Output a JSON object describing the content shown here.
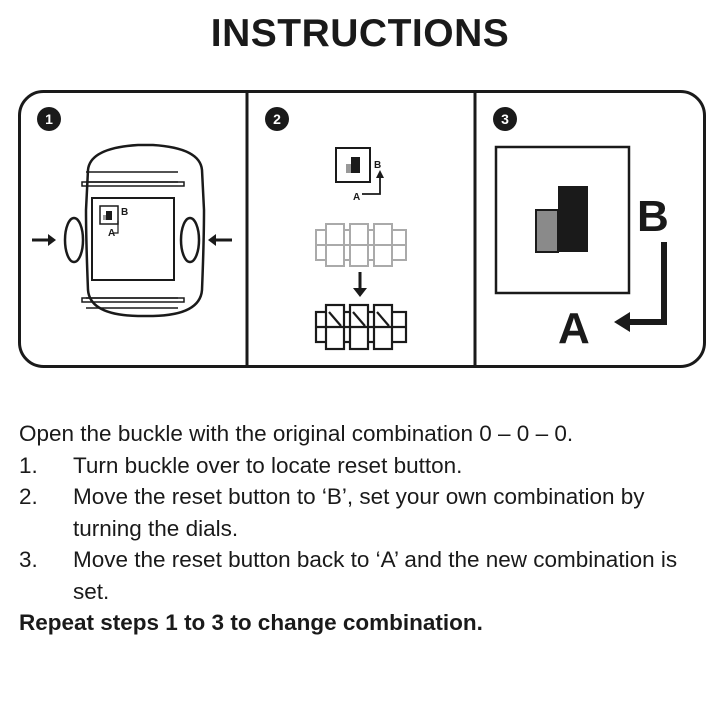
{
  "title": "INSTRUCTIONS",
  "panels": [
    {
      "number": "1",
      "label_a": "A",
      "label_b": "B"
    },
    {
      "number": "2",
      "label_a": "A",
      "label_b": "B"
    },
    {
      "number": "3",
      "label_a": "A",
      "label_b": "B"
    }
  ],
  "intro": "Open the buckle with the original combination 0 – 0 – 0.",
  "steps": [
    {
      "num": "1.",
      "text": "Turn buckle over to locate reset button."
    },
    {
      "num": "2.",
      "text": "Move the reset button to ‘B’, set your own combination by turning the dials."
    },
    {
      "num": "3.",
      "text": "Move the reset button back to ‘A’ and the new combination is set."
    }
  ],
  "repeat": "Repeat steps 1 to 3 to change combination."
}
